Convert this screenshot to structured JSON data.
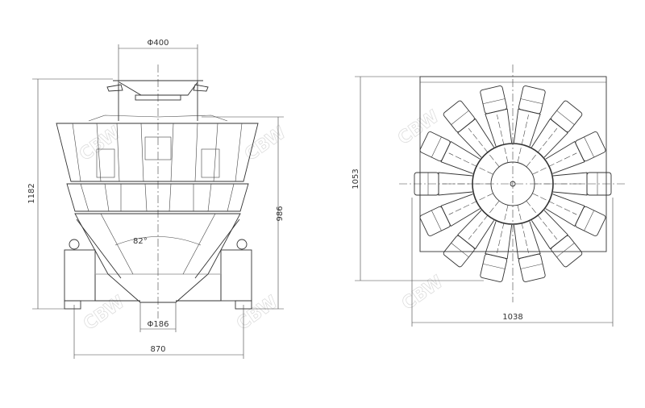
{
  "front_view": {
    "dim_top_diameter": "Φ400",
    "dim_total_height": "1182",
    "dim_base_height": "986",
    "dim_angle": "82°",
    "dim_outlet_diameter": "Φ186",
    "dim_foot_width": "870"
  },
  "top_view": {
    "dim_depth": "1053",
    "dim_width": "1038",
    "bucket_count": 14
  },
  "watermark": "CBW"
}
